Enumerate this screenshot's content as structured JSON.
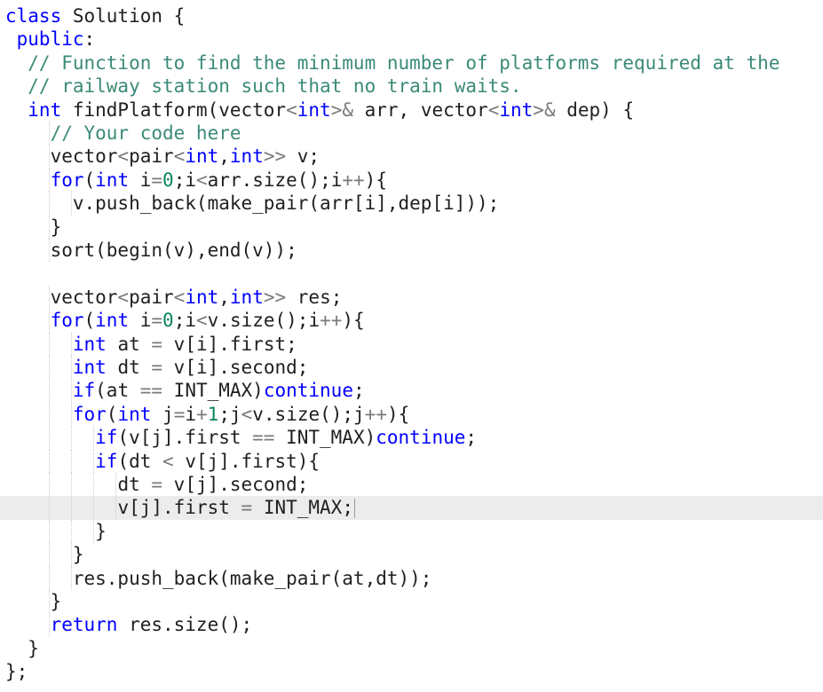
{
  "editor": {
    "language": "cpp",
    "current_line_index": 21,
    "colors": {
      "keyword": "#0000ff",
      "comment": "#3b8a78",
      "operator": "#7a7a7a",
      "number": "#098658",
      "text": "#1f1f1f",
      "current_line_background": "#ececec"
    },
    "lines": [
      {
        "indent": 0,
        "tokens": [
          {
            "t": "kw",
            "v": "class"
          },
          {
            "t": "id",
            "v": " Solution {"
          }
        ]
      },
      {
        "indent": 1,
        "tokens": [
          {
            "t": "kw",
            "v": "public"
          },
          {
            "t": "id",
            "v": ":"
          }
        ]
      },
      {
        "indent": 2,
        "tokens": [
          {
            "t": "cm",
            "v": "// Function to find the minimum number of platforms required at the"
          }
        ]
      },
      {
        "indent": 2,
        "tokens": [
          {
            "t": "cm",
            "v": "// railway station such that no train waits."
          }
        ]
      },
      {
        "indent": 2,
        "tokens": [
          {
            "t": "kw",
            "v": "int"
          },
          {
            "t": "id",
            "v": " findPlatform(vector"
          },
          {
            "t": "op",
            "v": "<"
          },
          {
            "t": "kw",
            "v": "int"
          },
          {
            "t": "op",
            "v": ">&"
          },
          {
            "t": "id",
            "v": " arr, vector"
          },
          {
            "t": "op",
            "v": "<"
          },
          {
            "t": "kw",
            "v": "int"
          },
          {
            "t": "op",
            "v": ">&"
          },
          {
            "t": "id",
            "v": " dep) {"
          }
        ]
      },
      {
        "indent": 4,
        "tokens": [
          {
            "t": "cm",
            "v": "// Your code here"
          }
        ]
      },
      {
        "indent": 4,
        "tokens": [
          {
            "t": "id",
            "v": "vector"
          },
          {
            "t": "op",
            "v": "<"
          },
          {
            "t": "id",
            "v": "pair"
          },
          {
            "t": "op",
            "v": "<"
          },
          {
            "t": "kw",
            "v": "int"
          },
          {
            "t": "id",
            "v": ","
          },
          {
            "t": "kw",
            "v": "int"
          },
          {
            "t": "op",
            "v": ">>"
          },
          {
            "t": "id",
            "v": " v;"
          }
        ]
      },
      {
        "indent": 4,
        "tokens": [
          {
            "t": "kw",
            "v": "for"
          },
          {
            "t": "id",
            "v": "("
          },
          {
            "t": "kw",
            "v": "int"
          },
          {
            "t": "id",
            "v": " i"
          },
          {
            "t": "op",
            "v": "="
          },
          {
            "t": "num",
            "v": "0"
          },
          {
            "t": "id",
            "v": ";i"
          },
          {
            "t": "op",
            "v": "<"
          },
          {
            "t": "id",
            "v": "arr.size();i"
          },
          {
            "t": "op",
            "v": "++"
          },
          {
            "t": "id",
            "v": "){"
          }
        ]
      },
      {
        "indent": 6,
        "tokens": [
          {
            "t": "id",
            "v": "v.push_back(make_pair(arr[i],dep[i]));"
          }
        ]
      },
      {
        "indent": 4,
        "tokens": [
          {
            "t": "id",
            "v": "}"
          }
        ]
      },
      {
        "indent": 4,
        "tokens": [
          {
            "t": "id",
            "v": "sort(begin(v),end(v));"
          }
        ]
      },
      {
        "indent": 0,
        "tokens": []
      },
      {
        "indent": 4,
        "tokens": [
          {
            "t": "id",
            "v": "vector"
          },
          {
            "t": "op",
            "v": "<"
          },
          {
            "t": "id",
            "v": "pair"
          },
          {
            "t": "op",
            "v": "<"
          },
          {
            "t": "kw",
            "v": "int"
          },
          {
            "t": "id",
            "v": ","
          },
          {
            "t": "kw",
            "v": "int"
          },
          {
            "t": "op",
            "v": ">>"
          },
          {
            "t": "id",
            "v": " res;"
          }
        ]
      },
      {
        "indent": 4,
        "tokens": [
          {
            "t": "kw",
            "v": "for"
          },
          {
            "t": "id",
            "v": "("
          },
          {
            "t": "kw",
            "v": "int"
          },
          {
            "t": "id",
            "v": " i"
          },
          {
            "t": "op",
            "v": "="
          },
          {
            "t": "num",
            "v": "0"
          },
          {
            "t": "id",
            "v": ";i"
          },
          {
            "t": "op",
            "v": "<"
          },
          {
            "t": "id",
            "v": "v.size();i"
          },
          {
            "t": "op",
            "v": "++"
          },
          {
            "t": "id",
            "v": "){"
          }
        ]
      },
      {
        "indent": 6,
        "tokens": [
          {
            "t": "kw",
            "v": "int"
          },
          {
            "t": "id",
            "v": " at "
          },
          {
            "t": "op",
            "v": "="
          },
          {
            "t": "id",
            "v": " v[i].first;"
          }
        ]
      },
      {
        "indent": 6,
        "tokens": [
          {
            "t": "kw",
            "v": "int"
          },
          {
            "t": "id",
            "v": " dt "
          },
          {
            "t": "op",
            "v": "="
          },
          {
            "t": "id",
            "v": " v[i].second;"
          }
        ]
      },
      {
        "indent": 6,
        "tokens": [
          {
            "t": "kw",
            "v": "if"
          },
          {
            "t": "id",
            "v": "(at "
          },
          {
            "t": "op",
            "v": "=="
          },
          {
            "t": "id",
            "v": " INT_MAX)"
          },
          {
            "t": "kw",
            "v": "continue"
          },
          {
            "t": "id",
            "v": ";"
          }
        ]
      },
      {
        "indent": 6,
        "tokens": [
          {
            "t": "kw",
            "v": "for"
          },
          {
            "t": "id",
            "v": "("
          },
          {
            "t": "kw",
            "v": "int"
          },
          {
            "t": "id",
            "v": " j"
          },
          {
            "t": "op",
            "v": "="
          },
          {
            "t": "id",
            "v": "i"
          },
          {
            "t": "op",
            "v": "+"
          },
          {
            "t": "num",
            "v": "1"
          },
          {
            "t": "id",
            "v": ";j"
          },
          {
            "t": "op",
            "v": "<"
          },
          {
            "t": "id",
            "v": "v.size();j"
          },
          {
            "t": "op",
            "v": "++"
          },
          {
            "t": "id",
            "v": "){"
          }
        ]
      },
      {
        "indent": 8,
        "tokens": [
          {
            "t": "kw",
            "v": "if"
          },
          {
            "t": "id",
            "v": "(v[j].first "
          },
          {
            "t": "op",
            "v": "=="
          },
          {
            "t": "id",
            "v": " INT_MAX)"
          },
          {
            "t": "kw",
            "v": "continue"
          },
          {
            "t": "id",
            "v": ";"
          }
        ]
      },
      {
        "indent": 8,
        "tokens": [
          {
            "t": "kw",
            "v": "if"
          },
          {
            "t": "id",
            "v": "(dt "
          },
          {
            "t": "op",
            "v": "<"
          },
          {
            "t": "id",
            "v": " v[j].first){"
          }
        ]
      },
      {
        "indent": 10,
        "tokens": [
          {
            "t": "id",
            "v": "dt "
          },
          {
            "t": "op",
            "v": "="
          },
          {
            "t": "id",
            "v": " v[j].second;"
          }
        ]
      },
      {
        "indent": 10,
        "tokens": [
          {
            "t": "id",
            "v": "v[j].first "
          },
          {
            "t": "op",
            "v": "="
          },
          {
            "t": "id",
            "v": " INT_MAX;"
          }
        ]
      },
      {
        "indent": 8,
        "tokens": [
          {
            "t": "id",
            "v": "}"
          }
        ]
      },
      {
        "indent": 6,
        "tokens": [
          {
            "t": "id",
            "v": "}"
          }
        ]
      },
      {
        "indent": 6,
        "tokens": [
          {
            "t": "id",
            "v": "res.push_back(make_pair(at,dt));"
          }
        ]
      },
      {
        "indent": 4,
        "tokens": [
          {
            "t": "id",
            "v": "}"
          }
        ]
      },
      {
        "indent": 4,
        "tokens": [
          {
            "t": "kw",
            "v": "return"
          },
          {
            "t": "id",
            "v": " res.size();"
          }
        ]
      },
      {
        "indent": 2,
        "tokens": [
          {
            "t": "id",
            "v": "}"
          }
        ]
      },
      {
        "indent": 0,
        "tokens": [
          {
            "t": "id",
            "v": "};"
          }
        ]
      }
    ]
  }
}
